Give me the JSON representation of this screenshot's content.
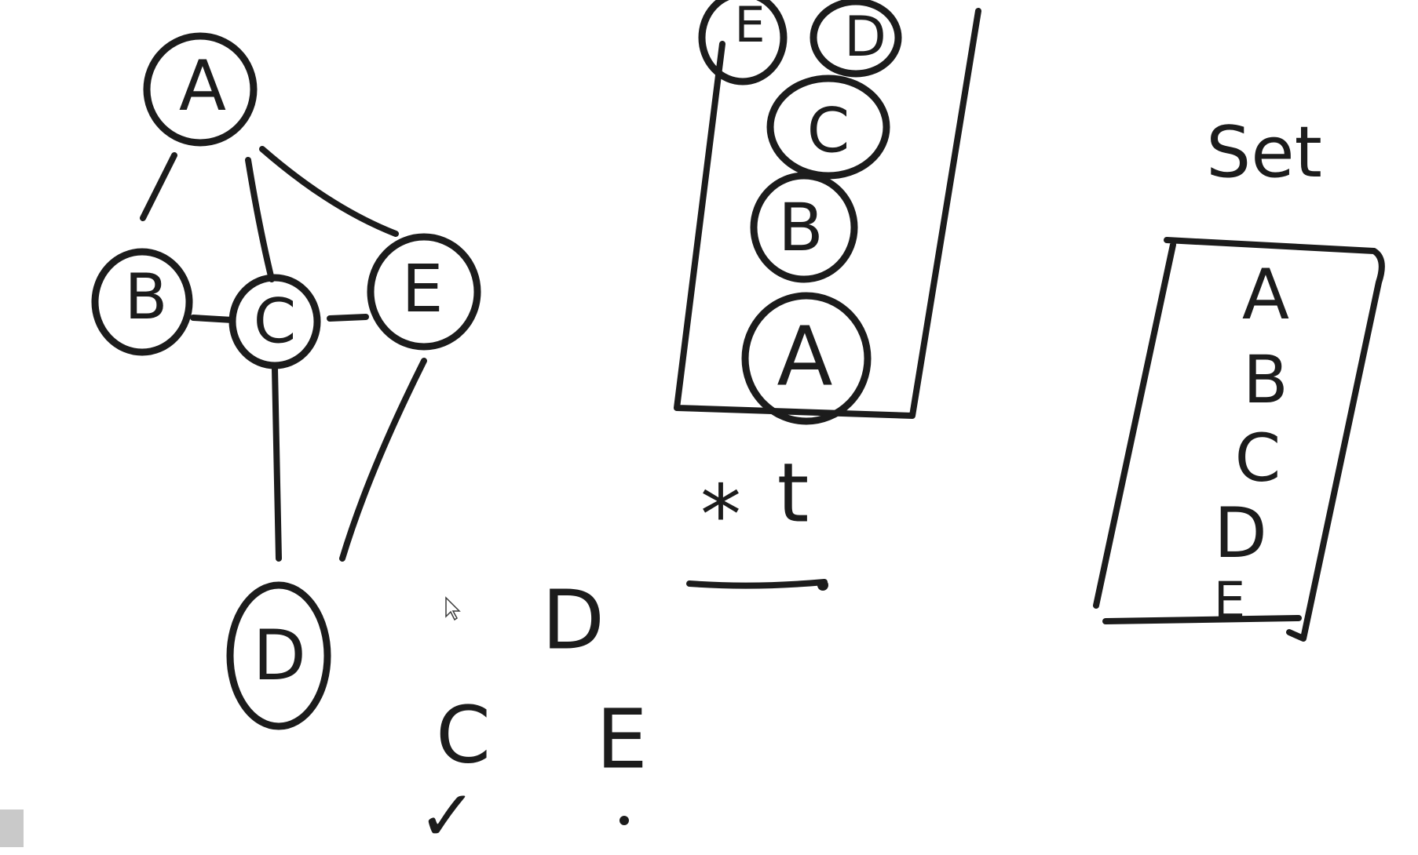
{
  "graph": {
    "nodes": [
      {
        "id": "A",
        "label": "A"
      },
      {
        "id": "B",
        "label": "B"
      },
      {
        "id": "C",
        "label": "C"
      },
      {
        "id": "E",
        "label": "E"
      },
      {
        "id": "D",
        "label": "D"
      }
    ],
    "edges": [
      [
        "A",
        "B"
      ],
      [
        "A",
        "C"
      ],
      [
        "A",
        "E"
      ],
      [
        "B",
        "C"
      ],
      [
        "C",
        "E"
      ],
      [
        "C",
        "D"
      ],
      [
        "E",
        "D"
      ]
    ]
  },
  "stack": {
    "items": [
      "E",
      "D",
      "C",
      "B",
      "A"
    ]
  },
  "side_notes": {
    "d_letter": "D",
    "c_letter": "C",
    "e_letter": "E",
    "check_mark": "✓",
    "star_mark": "*",
    "t_letter": "t"
  },
  "set": {
    "title": "Set",
    "items": [
      "A",
      "B",
      "C",
      "D",
      "E"
    ]
  },
  "colors": {
    "ink": "#1c1c1c",
    "background": "#ffffff"
  }
}
